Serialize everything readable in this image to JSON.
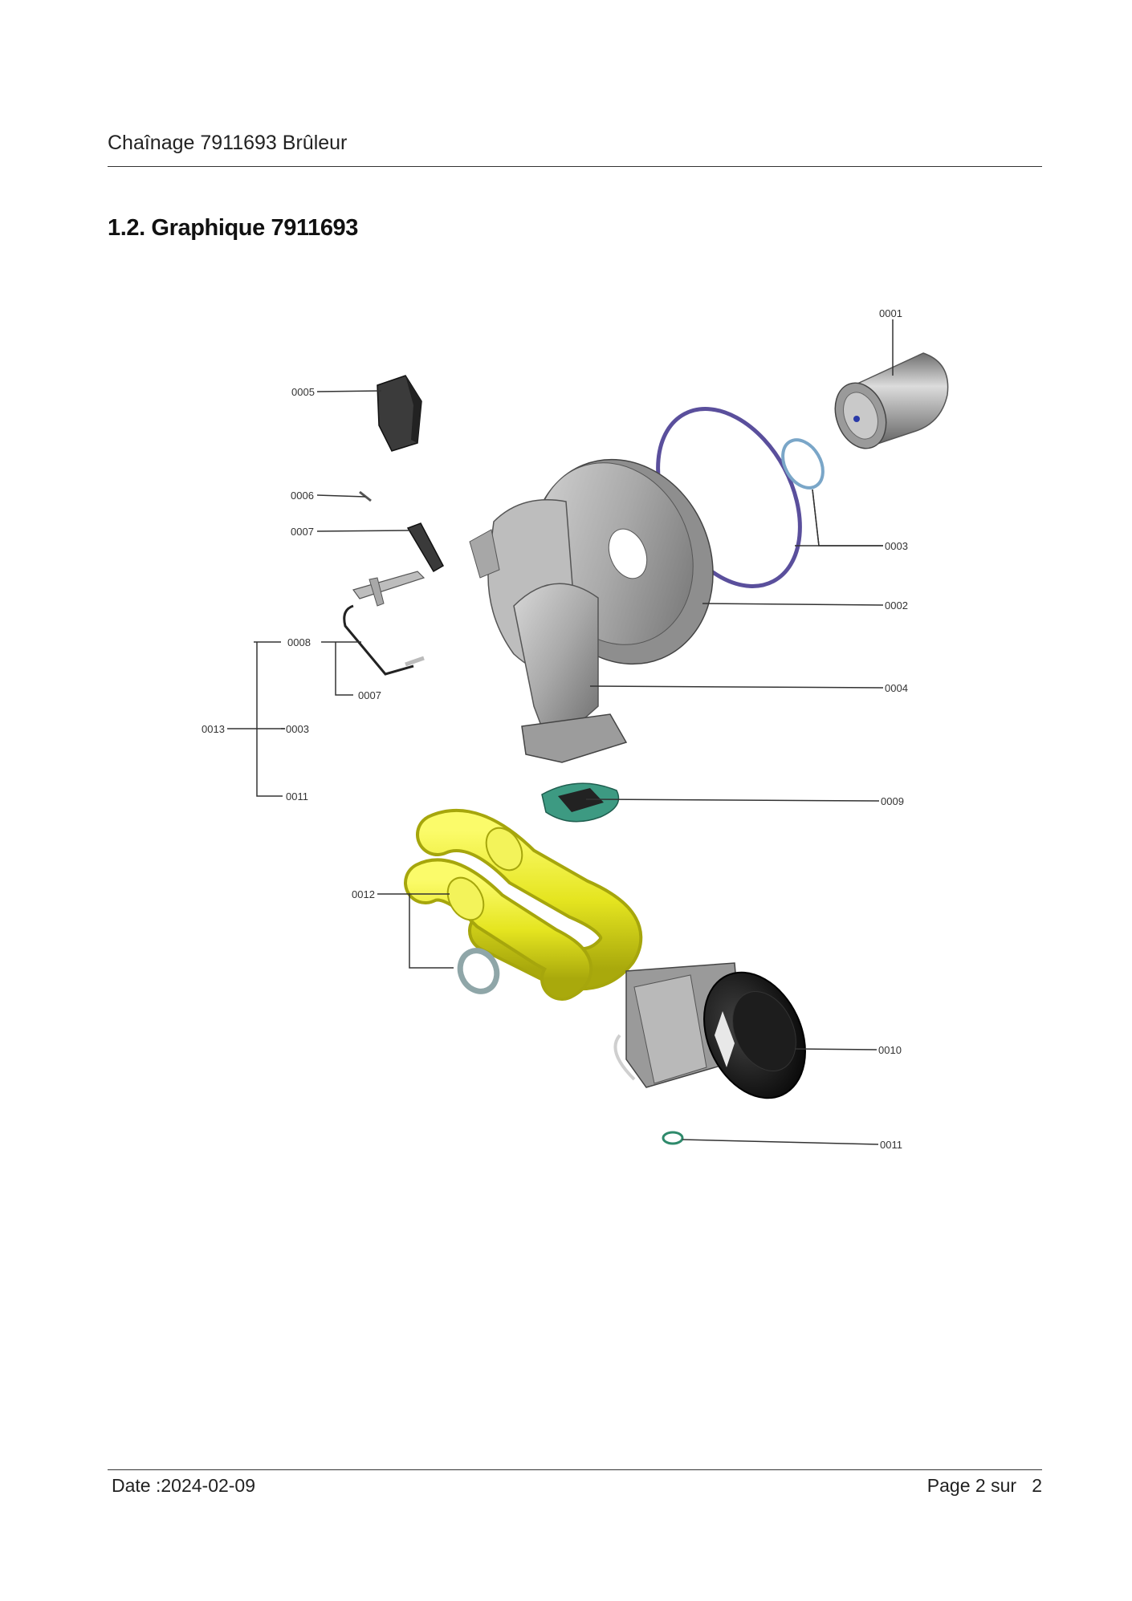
{
  "header": {
    "title": "Chaînage 7911693 Brûleur"
  },
  "section": {
    "title": "1.2. Graphique 7911693"
  },
  "diagram": {
    "callouts": {
      "c0001": "0001",
      "c0002": "0002",
      "c0003a": "0003",
      "c0003b": "0003",
      "c0004": "0004",
      "c0005": "0005",
      "c0006": "0006",
      "c0007a": "0007",
      "c0007b": "0007",
      "c0008": "0008",
      "c0009": "0009",
      "c0010": "0010",
      "c0011a": "0011",
      "c0011b": "0011",
      "c0012": "0012",
      "c0013": "0013"
    },
    "colors": {
      "line": "#333333",
      "housing": "#a8a8a8",
      "tube": "#ecec2a",
      "gasket": "#5a4f9c",
      "seal": "#2e8a6b",
      "motor": "#111111"
    }
  },
  "footer": {
    "date": "Date :2024-02-09",
    "page": "Page 2 sur   2"
  }
}
